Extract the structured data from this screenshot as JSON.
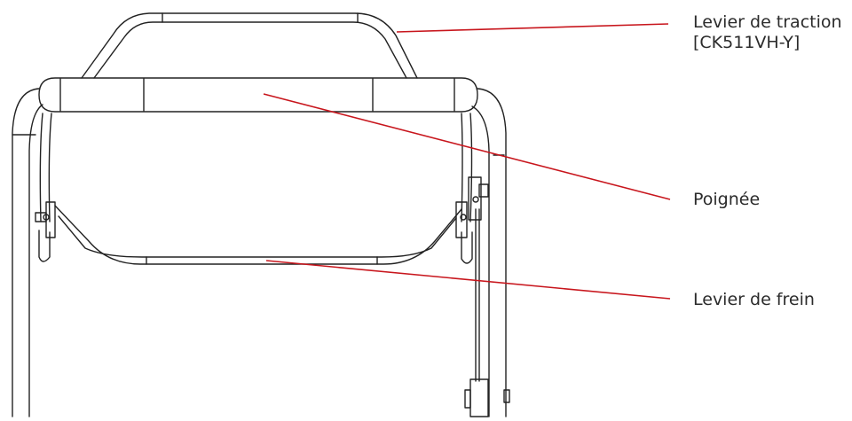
{
  "labels": {
    "traction": {
      "line1": "Levier de traction",
      "line2": "[CK511VH-Y]"
    },
    "poignee": "Poignée",
    "frein": "Levier de frein"
  },
  "colors": {
    "leader": "#c8161d",
    "drawing": "#222222",
    "text": "#2b2b2b",
    "background": "#ffffff"
  }
}
